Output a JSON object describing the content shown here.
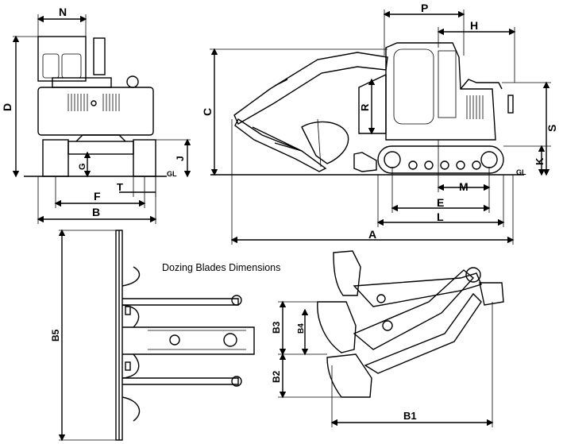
{
  "caption": "Dozing  Blades Dimensions",
  "front_view": {
    "labels": {
      "n": "N",
      "d": "D",
      "g": "G",
      "t": "T",
      "f": "F",
      "b": "B",
      "j": "J",
      "gl": "GL"
    }
  },
  "side_view": {
    "labels": {
      "p": "P",
      "h": "H",
      "c": "C",
      "r": "R",
      "s": "S",
      "k": "K",
      "gl": "GL",
      "m": "M",
      "e": "E",
      "l": "L",
      "a": "A"
    }
  },
  "blade_top_view": {
    "labels": {
      "b5": "B5"
    }
  },
  "blade_side_view": {
    "labels": {
      "b3": "B3",
      "b4": "B4",
      "b2": "B2",
      "b1": "B1"
    }
  }
}
